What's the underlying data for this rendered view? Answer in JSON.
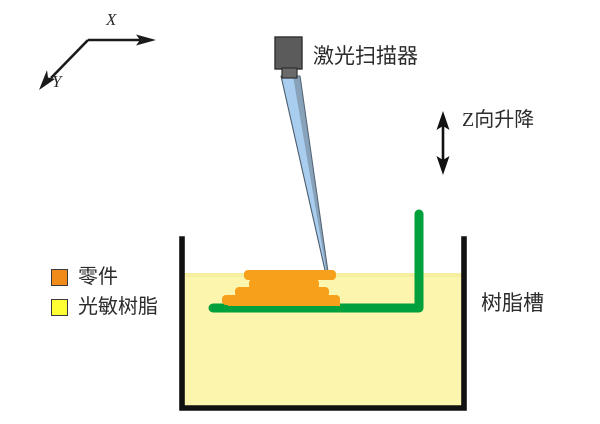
{
  "figure": {
    "title_hidden": "",
    "background_color": "#ffffff"
  },
  "axes": {
    "x_label": "X",
    "y_label": "Y",
    "stroke_color": "#1a1a1a"
  },
  "scanner": {
    "label": "激光扫描器",
    "body_color": "#5b5b5b",
    "body_border_color": "#2f2f2f",
    "nozzle_color": "#6a6a6a"
  },
  "laser": {
    "beam_fill": "#a9cdee",
    "beam_edge": "#4a5a6a",
    "icon_name": "laser-beam"
  },
  "z_axis": {
    "label": "Z向升降",
    "arrow_color": "#111111",
    "icon_name": "double-arrow-vertical"
  },
  "vat": {
    "label": "树脂槽",
    "wall_color": "#111111",
    "resin_color": "#fbf5ad",
    "resin_surface_color": "#faf49f"
  },
  "platform": {
    "color": "#00a03c",
    "name": "build-platform"
  },
  "part": {
    "color": "#f7a01b",
    "name": "printed-part"
  },
  "legend": {
    "items": [
      {
        "label": "零件",
        "color": "#f08a18",
        "icon_name": "legend-swatch-part"
      },
      {
        "label": "光敏树脂",
        "color": "#ffff33",
        "icon_name": "legend-swatch-resin"
      }
    ]
  }
}
